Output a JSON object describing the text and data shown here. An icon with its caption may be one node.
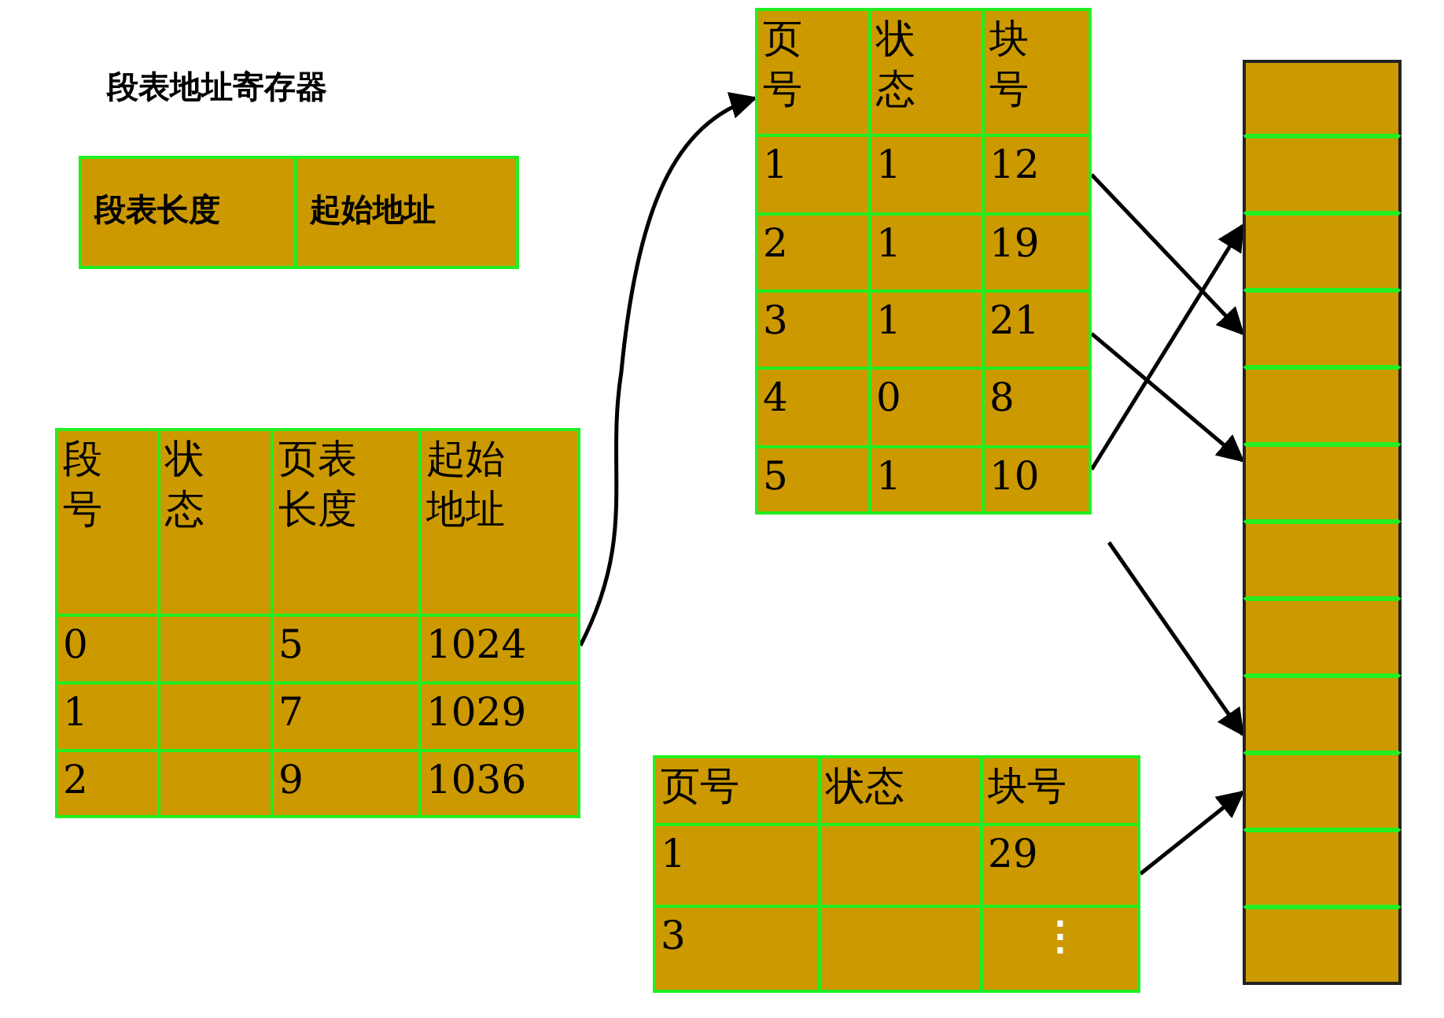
{
  "diagram": {
    "nodes": [
      {
        "text": [
          "段表地址寄存器",
          "段表长度",
          "起始地址"
        ]
      },
      {
        "text": [
          "段号",
          "状态",
          "页表长度",
          "起始地址"
        ]
      },
      {
        "text": [
          "0",
          "5",
          "1024"
        ]
      },
      {
        "text": [
          "1",
          "7",
          "1029"
        ]
      },
      {
        "text": [
          "2",
          "9",
          "1036"
        ]
      },
      {
        "text": [
          "页号",
          "状态",
          "块号"
        ]
      },
      {
        "text": [
          "1",
          "1",
          "12"
        ]
      },
      {
        "text": [
          "2",
          "1",
          "19"
        ]
      },
      {
        "text": [
          "3",
          "1",
          "21"
        ]
      },
      {
        "text": [
          "4",
          "0",
          "8"
        ]
      },
      {
        "text": [
          "5",
          "1",
          "10"
        ]
      },
      {
        "text": [
          "页号",
          "状态",
          "块号"
        ]
      },
      {
        "text": [
          "1",
          "29"
        ]
      },
      {
        "text": [
          "3",
          "⋮"
        ]
      },
      {
        "text": [],
        "shape": "box"
      },
      {
        "text": [],
        "shape": "box"
      },
      {
        "text": [],
        "shape": "box"
      },
      {
        "text": [],
        "shape": "box"
      },
      {
        "text": [],
        "shape": "box"
      },
      {
        "text": [],
        "shape": "box"
      },
      {
        "text": [],
        "shape": "box"
      },
      {
        "text": [],
        "shape": "box"
      },
      {
        "text": [],
        "shape": "box"
      },
      {
        "text": [],
        "shape": "box"
      },
      {
        "text": [],
        "shape": "box"
      },
      {
        "text": [],
        "shape": "box"
      }
    ],
    "edges": [
      {
        "from": 2,
        "to": 5,
        "arrow": "to"
      },
      {
        "from": 6,
        "to": 17,
        "arrow": "to"
      },
      {
        "from": 8,
        "to": 19,
        "arrow": "to"
      },
      {
        "from": 10,
        "to": 16,
        "arrow": "to"
      },
      {
        "from": null,
        "to": 22,
        "arrow": "to"
      },
      {
        "from": 12,
        "to": 23,
        "arrow": "to"
      }
    ]
  }
}
